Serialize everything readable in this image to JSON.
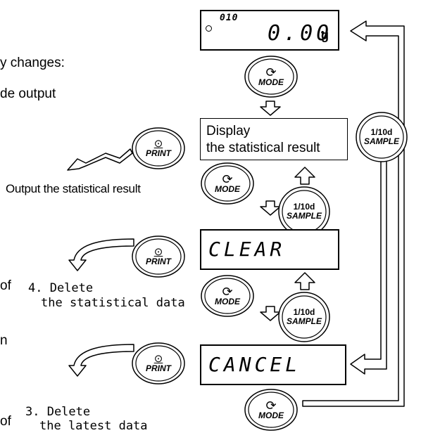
{
  "intro": {
    "line1": "y changes:",
    "line2": "de output",
    "of_1": "of",
    "n_1": "n",
    "of_2": "of"
  },
  "displays": {
    "top_count": "010",
    "top_value": "0.00",
    "top_unit": "g",
    "stat_line1": "Display",
    "stat_line2": "the statistical result",
    "clear": "CLEAR",
    "cancel": "CANCEL"
  },
  "buttons": {
    "mode": "MODE",
    "print": "PRINT",
    "sample_top": "1/10d",
    "sample_bottom": "SAMPLE"
  },
  "labels": {
    "output_stat": "Output the statistical result",
    "step4_line1": "4. Delete",
    "step4_line2": "the statistical data",
    "step3_line1": "3. Delete",
    "step3_line2": "the latest data"
  }
}
